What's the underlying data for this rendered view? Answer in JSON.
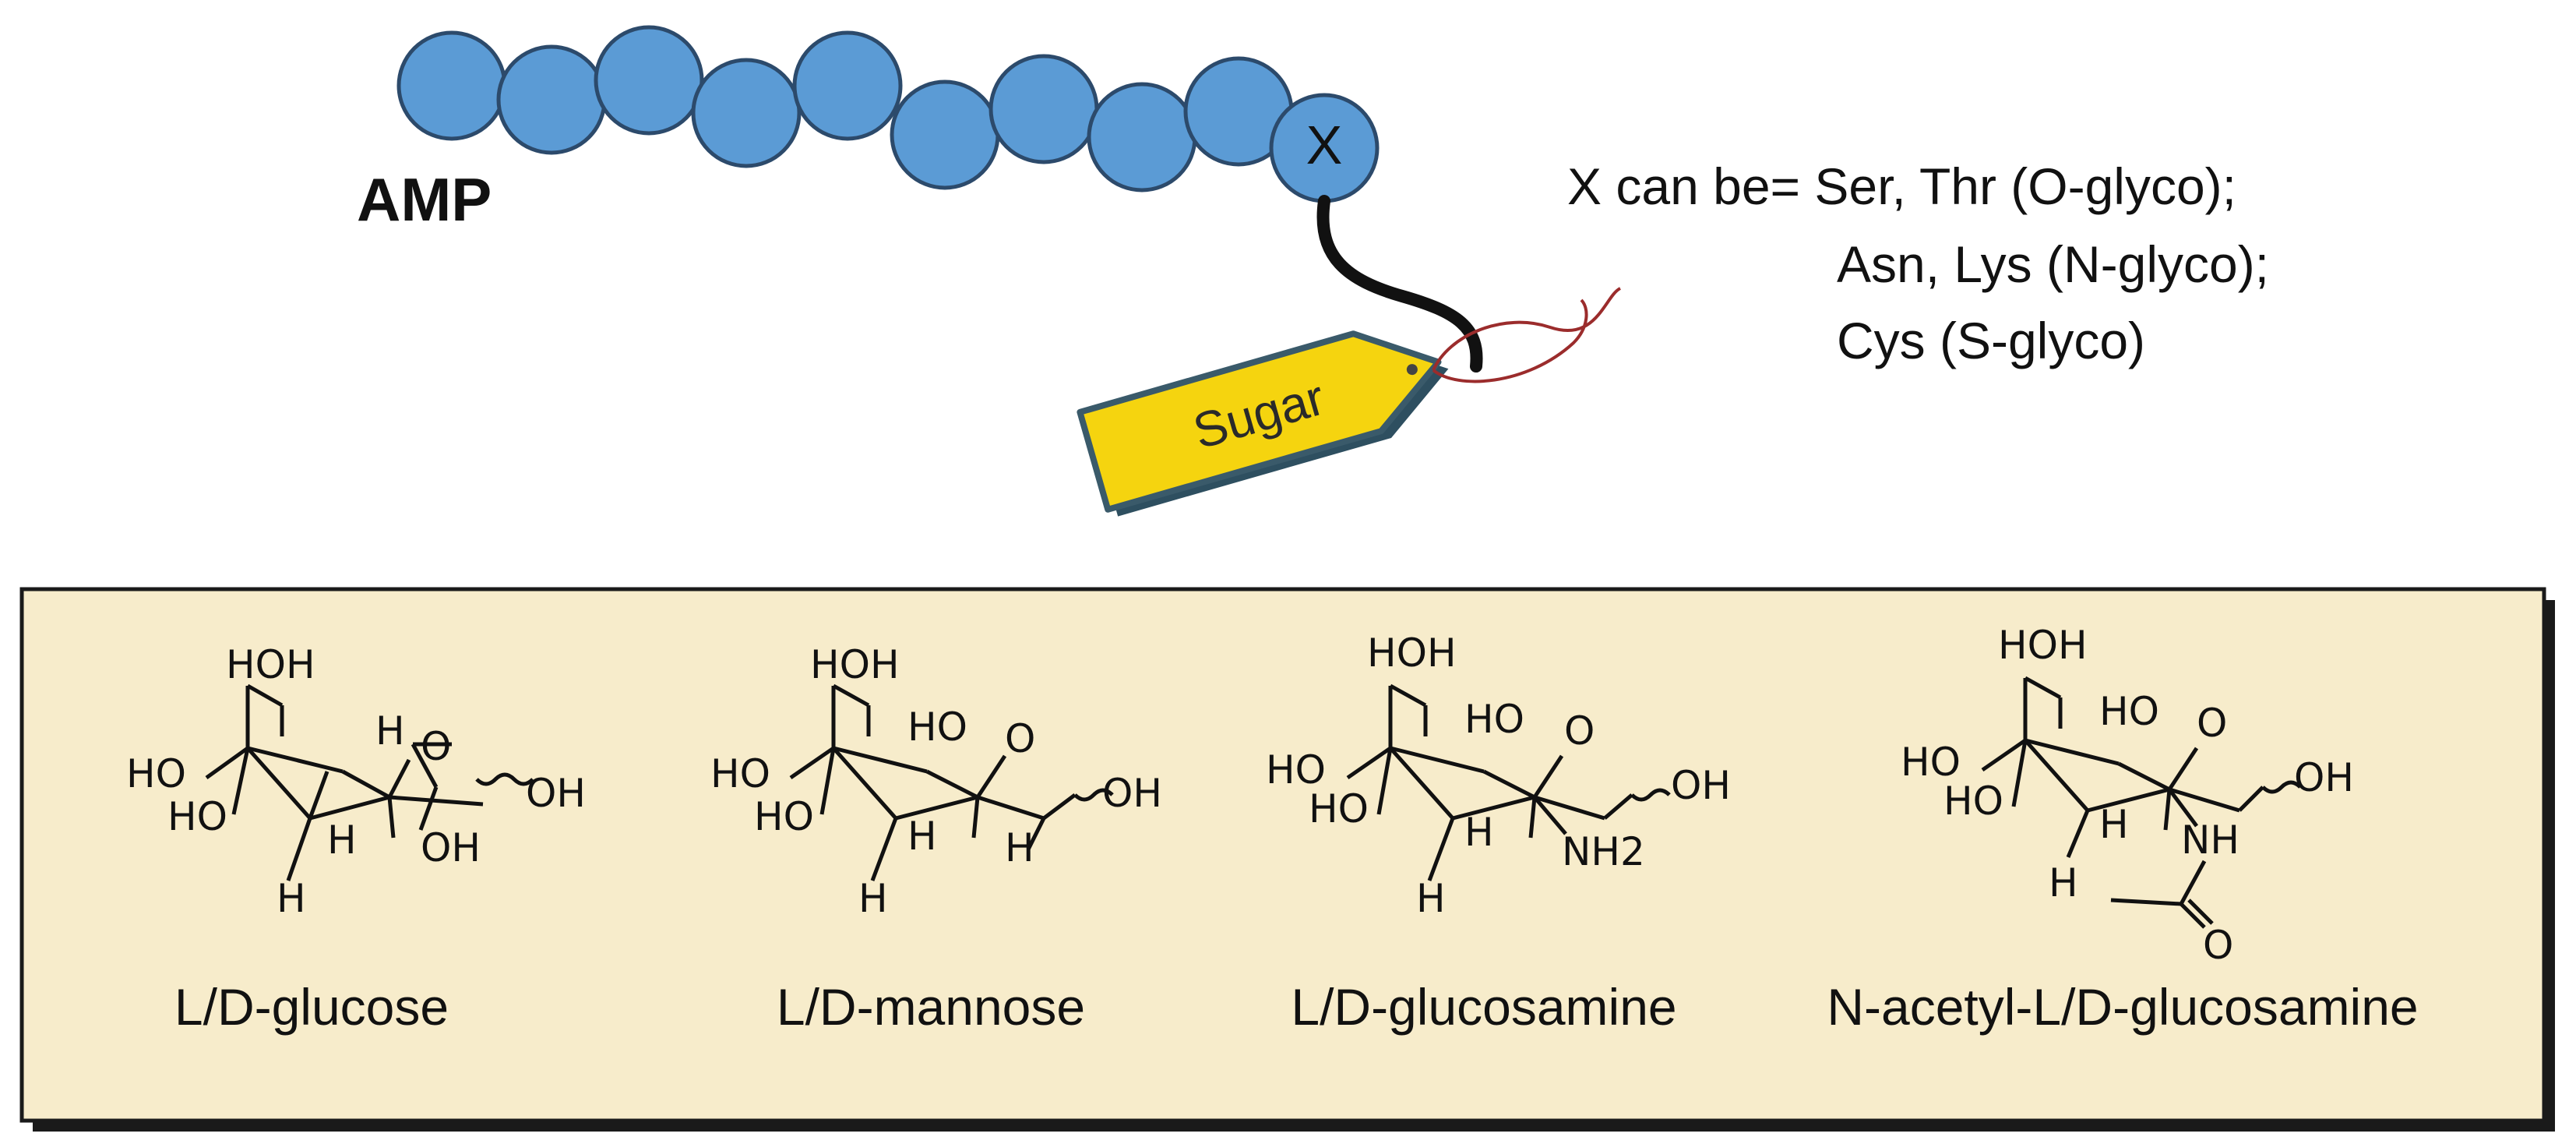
{
  "top": {
    "peptide_label": "AMP",
    "residue_label": "X",
    "tag_label": "Sugar",
    "x_note": {
      "line1": "X can be= Ser, Thr (O-glyco);",
      "line2": "Asn, Lys (N-glyco);",
      "line3": "Cys (S-glyco)"
    }
  },
  "colors": {
    "bead_fill": "#5b9bd5",
    "bead_stroke": "#2c4a6b",
    "tag_fill": "#f5d40f",
    "tag_stroke": "#3a5a6a",
    "string": "#9b2c2c",
    "panel_fill": "#f7eccb",
    "panel_stroke": "#1a1a1a"
  },
  "structures": [
    {
      "name": "L/D-glucose",
      "atoms": {
        "hoh_top": "HOH",
        "ho_left": "HO",
        "ho_left2": "HO",
        "h_ring": "H",
        "o_ring": "O",
        "oh_right": "OH",
        "h_bottom1": "H",
        "oh_bottom": "OH",
        "h_bottom2": "H"
      }
    },
    {
      "name": "L/D-mannose",
      "atoms": {
        "hoh_top": "HOH",
        "ho_left": "HO",
        "ho_left2": "HO",
        "ho_ring": "HO",
        "o_ring": "O",
        "oh_right": "OH",
        "h_bottom1": "H",
        "h_bottom2": "H",
        "h_bottom3": "H"
      }
    },
    {
      "name": "L/D-glucosamine",
      "atoms": {
        "hoh_top": "HOH",
        "ho_left": "HO",
        "ho_left2": "HO",
        "ho_ring": "HO",
        "o_ring": "O",
        "oh_right": "OH",
        "h_bottom1": "H",
        "nh2": "NH2",
        "h_bottom2": "H"
      }
    },
    {
      "name": "N-acetyl-L/D-glucosamine",
      "atoms": {
        "hoh_top": "HOH",
        "ho_left": "HO",
        "ho_left2": "HO",
        "ho_ring": "HO",
        "o_ring": "O",
        "oh_right": "OH",
        "h_bottom1": "H",
        "nh": "NH",
        "h_bottom2": "H",
        "o_carbonyl": "O"
      }
    }
  ]
}
